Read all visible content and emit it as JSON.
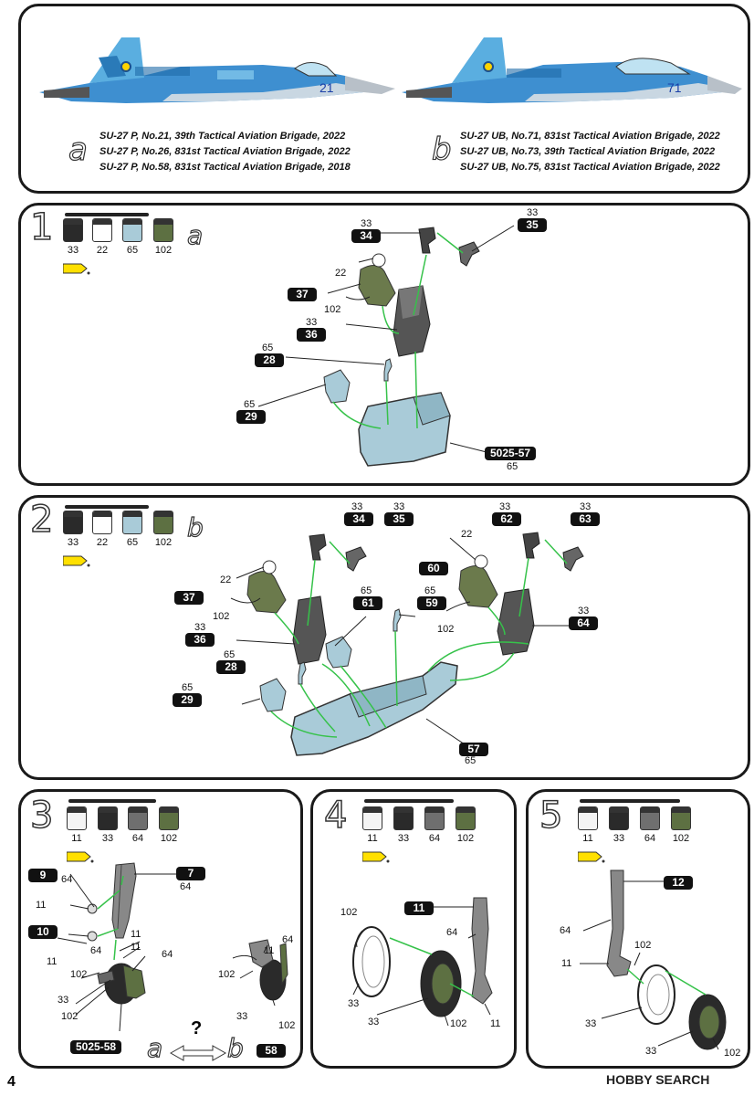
{
  "header": {
    "letter_a": "a",
    "letter_b": "b",
    "variant_a": [
      "SU-27 P, No.21, 39th Tactical Aviation Brigade, 2022",
      "SU-27 P, No.26, 831st Tactical Aviation Brigade, 2022",
      "SU-27 P, No.58, 831st Tactical Aviation Brigade, 2018"
    ],
    "variant_b": [
      "SU-27 UB, No.71, 831st Tactical Aviation Brigade, 2022",
      "SU-27 UB, No.73, 39th Tactical Aviation Brigade, 2022",
      "SU-27 UB, No.75, 831st Tactical Aviation Brigade, 2022"
    ],
    "jet_a_number": "21",
    "jet_b_number": "71"
  },
  "colors": {
    "c11": "#f4f4f4",
    "c22": "#ffffff",
    "c33": "#2a2a2a",
    "c64": "#6f6f6f",
    "c65": "#a9cbd8",
    "c102": "#5d7042",
    "arrow": "#36c24a",
    "glue": "#ffe000"
  },
  "step1": {
    "number": "1",
    "variant": "a",
    "paints": [
      "33",
      "22",
      "65",
      "102"
    ],
    "parts": {
      "p34": "34",
      "p34_color": "33",
      "p35": "35",
      "p35_color": "33",
      "p37": "37",
      "pilot_head": "22",
      "pilot_body": "102",
      "p36": "36",
      "p36_color": "33",
      "p28": "28",
      "p28_color": "65",
      "p29": "29",
      "p29_color": "65",
      "tub": "5025-57",
      "tub_color": "65"
    }
  },
  "step2": {
    "number": "2",
    "variant": "b",
    "paints": [
      "33",
      "22",
      "65",
      "102"
    ],
    "parts": {
      "p34": "34",
      "p34_color": "33",
      "p35": "35",
      "p35_color": "33",
      "p62": "62",
      "p62_color": "33",
      "p63": "63",
      "p63_color": "33",
      "p37": "37",
      "pilot1_head": "22",
      "pilot1_body": "102",
      "p60": "60",
      "pilot2_head": "22",
      "pilot2_body": "102",
      "p36": "36",
      "p36_color": "33",
      "p64": "64",
      "p64_color": "33",
      "p61": "61",
      "p61_color": "65",
      "p59": "59",
      "p59_color": "65",
      "p28": "28",
      "p28_color": "65",
      "p29": "29",
      "p29_color": "65",
      "tub": "57",
      "tub_color": "65"
    }
  },
  "step3": {
    "number": "3",
    "paints": [
      "11",
      "33",
      "64",
      "102"
    ],
    "parts": {
      "p7": "7",
      "p7_color": "64",
      "p9": "9",
      "p9_c1": "64",
      "p9_c2": "11",
      "p10": "10",
      "p10_c1": "11",
      "p10_c2": "64",
      "c11a": "11",
      "c11b": "11",
      "c102a": "102",
      "c64": "64",
      "c33": "33",
      "c102b": "102",
      "wheel": "5025-58",
      "alt_102": "102",
      "alt_11": "11",
      "alt_64": "64",
      "alt_33": "33",
      "alt_102b": "102",
      "alt_part": "58",
      "swap_a": "a",
      "swap_b": "b",
      "swap_q": "?"
    }
  },
  "step4": {
    "number": "4",
    "paints": [
      "11",
      "33",
      "64",
      "102"
    ],
    "parts": {
      "p11": "11",
      "c102": "102",
      "c33a": "33",
      "c64": "64",
      "c33b": "33",
      "c102b": "102",
      "c11": "11"
    }
  },
  "step5": {
    "number": "5",
    "paints": [
      "11",
      "33",
      "64",
      "102"
    ],
    "parts": {
      "p12": "12",
      "c64": "64",
      "c11": "11",
      "c102": "102",
      "c33a": "33",
      "c33b": "33",
      "c102b": "102"
    }
  },
  "footer": {
    "page": "4",
    "brand": "HOBBY SEARCH"
  }
}
